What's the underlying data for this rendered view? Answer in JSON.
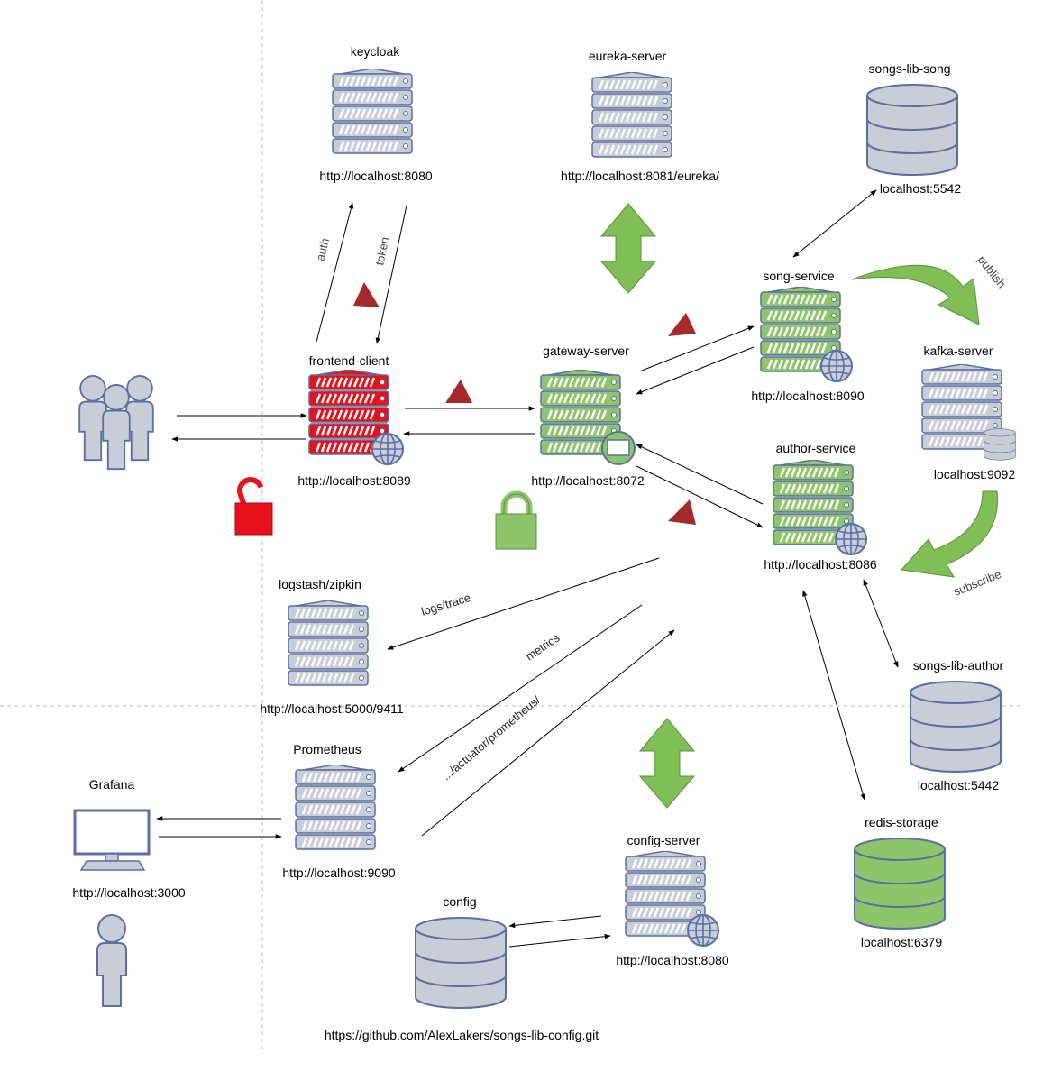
{
  "colors": {
    "blue_server": "#c9cdd5",
    "blue_stroke": "#5b6ea6",
    "green_server": "#8cc56a",
    "green_stroke": "#5b6ea6",
    "red_server": "#e8121b",
    "db_gray": "#c9cdd5",
    "db_green": "#8cc56a",
    "arrow_green": "#7fbf55",
    "warn_red": "#a52a2a",
    "lock_red": "#e8121b",
    "lock_green": "#8cc56a"
  },
  "nodes": {
    "keycloak": {
      "name": "keycloak",
      "url": "http://localhost:8080"
    },
    "eureka": {
      "name": "eureka-server",
      "url": "http://localhost:8081/eureka/"
    },
    "songs_lib_song": {
      "name": "songs-lib-song",
      "url": "localhost:5542"
    },
    "song_service": {
      "name": "song-service",
      "url": "http://localhost:8090"
    },
    "kafka": {
      "name": "kafka-server",
      "url": "localhost:9092"
    },
    "frontend": {
      "name": "frontend-client",
      "url": "http://localhost:8089"
    },
    "gateway": {
      "name": "gateway-server",
      "url": "http://localhost:8072"
    },
    "author_service": {
      "name": "author-service",
      "url": "http://localhost:8086"
    },
    "logstash": {
      "name": "logstash/zipkin",
      "url": "http://localhost:5000/9411"
    },
    "songs_lib_author": {
      "name": "songs-lib-author",
      "url": "localhost:5442"
    },
    "prometheus": {
      "name": "Prometheus",
      "url": "http://localhost:9090"
    },
    "grafana": {
      "name": "Grafana",
      "url": "http://localhost:3000"
    },
    "redis": {
      "name": "redis-storage",
      "url": "localhost:6379"
    },
    "config_server": {
      "name": "config-server",
      "url": "http://localhost:8080"
    },
    "config": {
      "name": "config",
      "url": "https://github.com/AlexLakers/songs-lib-config.git"
    }
  },
  "edge_labels": {
    "auth": "auth",
    "token": "token",
    "publish": "publish",
    "subscribe": "subscribe",
    "logs": "logs/trace",
    "metrics": "metrics",
    "actuator": ".../actuator/prometheus/"
  }
}
